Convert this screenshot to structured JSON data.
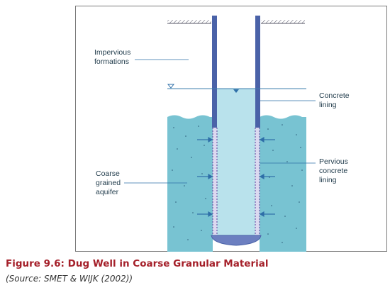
{
  "diagram": {
    "labels": {
      "impervious": "Impervious\nformations",
      "concrete_lining": "Concrete\nlining",
      "coarse_aquifer": "Coarse\ngrained\naquifer",
      "pervious_lining": "Pervious\nconcrete\nlining"
    },
    "colors": {
      "aquifer": "#78c3d2",
      "well_water": "#b9e2ec",
      "lining": "#4a62a8",
      "pervious_dash": "#6a5aa8",
      "leader": "#2e6fa8",
      "frame": "#7a7a7a"
    }
  },
  "caption": {
    "title": "Figure 9.6: Dug Well in Coarse Granular Material",
    "source": "(Source: SMET & WIJK (2002))"
  }
}
